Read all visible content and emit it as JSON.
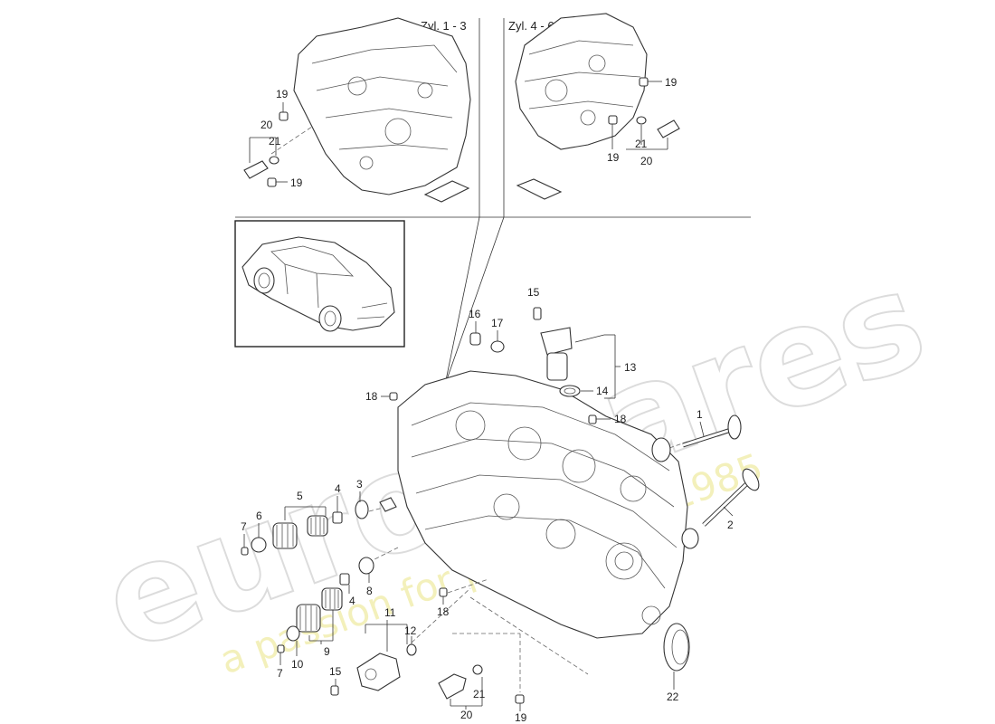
{
  "headers": {
    "zyl_left": "Zyl. 1 - 3",
    "zyl_right": "Zyl. 4 - 6"
  },
  "watermark": {
    "brand": "eurospares",
    "tagline": "a passion for parts since 1985"
  },
  "callouts": {
    "c1": "1",
    "c2": "2",
    "c3": "3",
    "c4a": "4",
    "c4b": "4",
    "c5": "5",
    "c6": "6",
    "c7a": "7",
    "c7b": "7",
    "c8": "8",
    "c9": "9",
    "c10": "10",
    "c11": "11",
    "c12": "12",
    "c13": "13",
    "c14": "14",
    "c15a": "15",
    "c15b": "15",
    "c16": "16",
    "c17": "17",
    "c18a": "18",
    "c18b": "18",
    "c18c": "18",
    "c19a": "19",
    "c19b": "19",
    "c19c": "19",
    "c19d": "19",
    "c19e": "19",
    "c20a": "20",
    "c20b": "20",
    "c20c": "20",
    "c21a": "21",
    "c21b": "21",
    "c21c": "21",
    "c22": "22"
  },
  "colors": {
    "line": "#333333",
    "watermark_grey": "#d9d9d9",
    "watermark_yellow": "#f2efb4"
  }
}
